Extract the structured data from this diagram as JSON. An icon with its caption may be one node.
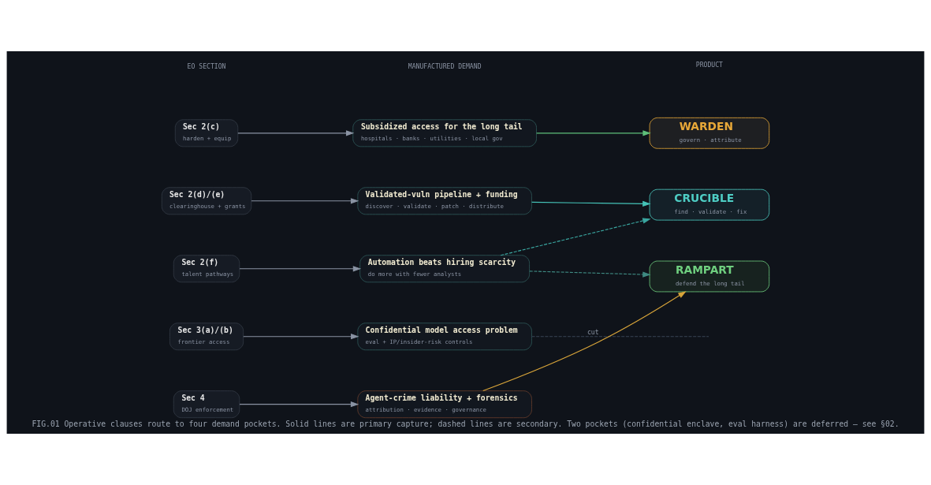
{
  "diagram": {
    "caption": "FIG.01 Operative clauses route to four demand pockets. Solid lines are primary capture; dashed lines are secondary. Two pockets (confidential enclave, eval harness) are deferred — see §02.",
    "nodes": [
      {
        "text": [
          "Sec 2(c)",
          "harden + equip"
        ]
      },
      {
        "text": [
          "Sec 2(d)/(e)",
          "clearinghouse + grants"
        ]
      },
      {
        "text": [
          "Sec 2(f)",
          "talent pathways"
        ]
      },
      {
        "text": [
          "Sec 3(a)/(b)",
          "frontier access"
        ]
      },
      {
        "text": [
          "Sec 4",
          "DOJ enforcement"
        ]
      },
      {
        "text": [
          "Subsidized access for the long tail",
          "hospitals · banks · utilities · local gov"
        ]
      },
      {
        "text": [
          "Validated-vuln pipeline + funding",
          "discover · validate · patch · distribute"
        ]
      },
      {
        "text": [
          "Automation beats hiring scarcity",
          "do more with fewer analysts"
        ]
      },
      {
        "text": [
          "Confidential model access problem",
          "eval + IP/insider-risk controls"
        ]
      },
      {
        "text": [
          "Agent-crime liability + forensics",
          "attribution · evidence · governance"
        ]
      },
      {
        "text": [
          "WARDEN",
          "govern · attribute"
        ]
      },
      {
        "text": [
          "CRUCIBLE",
          "find · validate · fix"
        ]
      },
      {
        "text": [
          "RAMPART",
          "defend the long tail"
        ]
      }
    ],
    "edges": [
      {
        "from": 0,
        "to": 5,
        "arrow": "to"
      },
      {
        "from": 1,
        "to": 6,
        "arrow": "to"
      },
      {
        "from": 2,
        "to": 7,
        "arrow": "to"
      },
      {
        "from": 3,
        "to": 8,
        "arrow": "to"
      },
      {
        "from": 4,
        "to": 9,
        "arrow": "to"
      },
      {
        "from": 5,
        "to": 10,
        "arrow": "to",
        "color": "#5fbf7a"
      },
      {
        "from": 6,
        "to": 11,
        "arrow": "to",
        "color": "#45c3b8"
      },
      {
        "from": 7,
        "to": 11,
        "arrow": "to",
        "style": "dashed",
        "color": "#3aa6a0"
      },
      {
        "from": 7,
        "to": 12,
        "arrow": "to",
        "style": "dashed",
        "color": "#3f8a82"
      },
      {
        "from": 8,
        "to": null,
        "arrow": "none",
        "style": "dashed",
        "color": "#3a4656",
        "label": "cut"
      },
      {
        "from": 9,
        "to": 12,
        "arrow": "to",
        "color": "#d9a53a"
      }
    ],
    "labels": [
      "EO SECTION",
      "MANUFACTURED DEMAND",
      "PRODUCT"
    ]
  }
}
